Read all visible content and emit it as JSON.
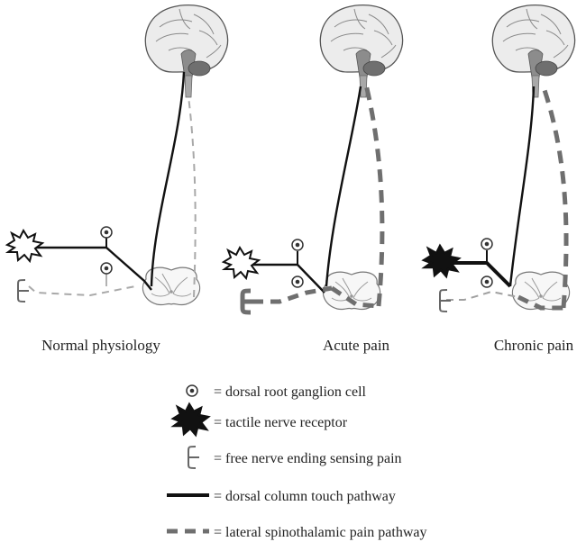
{
  "panels": [
    {
      "caption": "Normal physiology"
    },
    {
      "caption": "Acute pain"
    },
    {
      "caption": "Chronic pain"
    }
  ],
  "legend": [
    {
      "icon": "dorsal-root-ganglion-icon",
      "text": "= dorsal root ganglion cell"
    },
    {
      "icon": "tactile-receptor-icon",
      "text": "= tactile nerve receptor"
    },
    {
      "icon": "free-nerve-ending-icon",
      "text": "= free nerve ending sensing pain"
    },
    {
      "icon": "solid-line-icon",
      "text": "= dorsal column touch pathway"
    },
    {
      "icon": "dashed-line-icon",
      "text": "= lateral spinothalamic pain pathway"
    }
  ],
  "colors": {
    "touch_pathway": "#111111",
    "pain_pathway_normal": "#a9a9a9",
    "pain_pathway_active": "#6f6f6f"
  }
}
